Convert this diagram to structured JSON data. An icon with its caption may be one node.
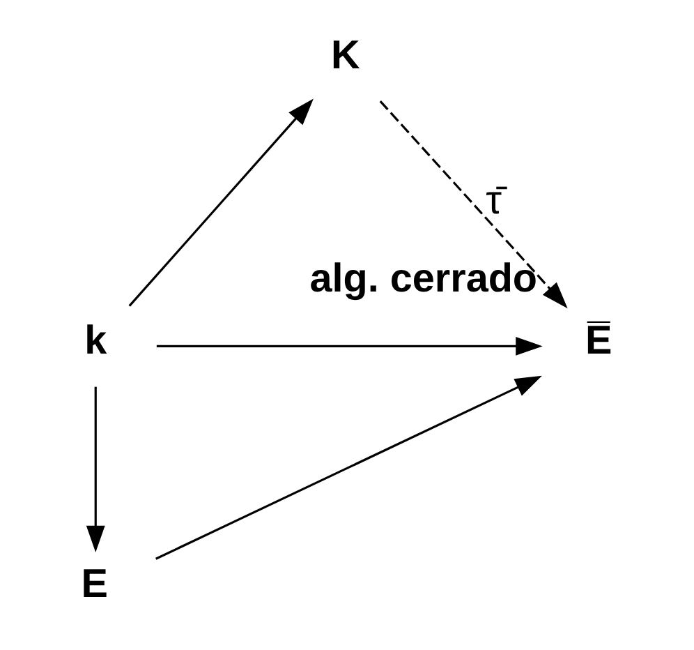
{
  "diagram": {
    "nodes": [
      {
        "text": [
          "K"
        ]
      },
      {
        "text": [
          "k"
        ]
      },
      {
        "text": [
          "E̅"
        ],
        "beside": [
          "alg. cerrado"
        ]
      },
      {
        "text": [
          "E"
        ]
      }
    ],
    "edges": [
      {
        "from": 1,
        "to": 0,
        "arrow": "to"
      },
      {
        "from": 0,
        "to": 2,
        "arrow": "to",
        "style": "dashed",
        "label": "τ̄"
      },
      {
        "from": 1,
        "to": 2,
        "arrow": "to"
      },
      {
        "from": 1,
        "to": 3,
        "arrow": "to"
      },
      {
        "from": 3,
        "to": 2,
        "arrow": "to"
      }
    ]
  }
}
